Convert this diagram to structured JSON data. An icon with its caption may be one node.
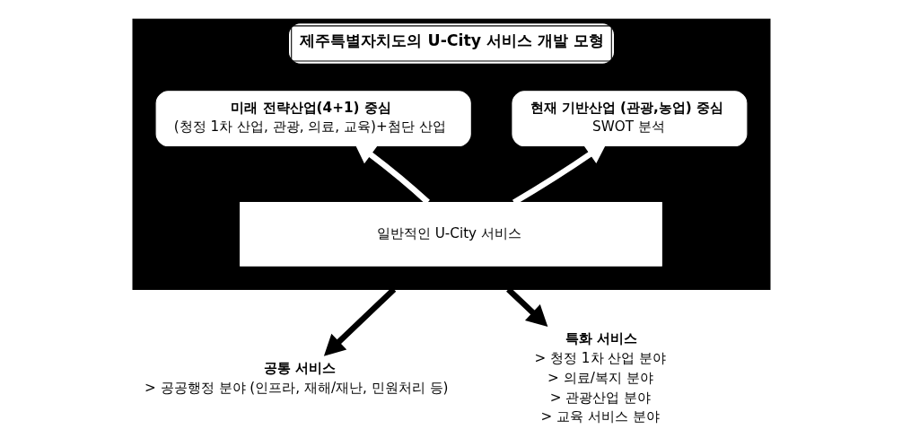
{
  "diagram": {
    "nodes": [
      {
        "text": [
          "제주특별자치도의 U-City 서비스 개발 모형"
        ]
      },
      {
        "text": [
          "현재 기반산업 (관광,농업) 중심",
          "SWOT 분석"
        ],
        "in": 0
      },
      {
        "text": [
          "미래 전략산업(4+1) 중심",
          "(청정 1차 산업, 관광, 의료, 교육)+첨단 산업"
        ],
        "in": 0
      },
      {
        "text": [
          "일반적인 U-City 서비스"
        ],
        "in": 0
      },
      {
        "text": [
          "공통 서비스",
          "> 공공행정 분야 (인프라, 재해/재난, 민원처리 등)"
        ]
      },
      {
        "text": [
          "특화 서비스",
          "> 청정 1차 산업 분야",
          "> 의료/복지 분야",
          "> 관광산업 분야",
          "> 교육 서비스 분야"
        ]
      }
    ],
    "edges": [
      {
        "from": 3,
        "to": 1,
        "arrow": "to",
        "color": "#ffffff"
      },
      {
        "from": 3,
        "to": 2,
        "arrow": "to",
        "color": "#ffffff"
      },
      {
        "from": 0,
        "to": 4,
        "arrow": "to",
        "color": "#000000"
      },
      {
        "from": 0,
        "to": 5,
        "arrow": "to",
        "color": "#000000"
      }
    ]
  }
}
